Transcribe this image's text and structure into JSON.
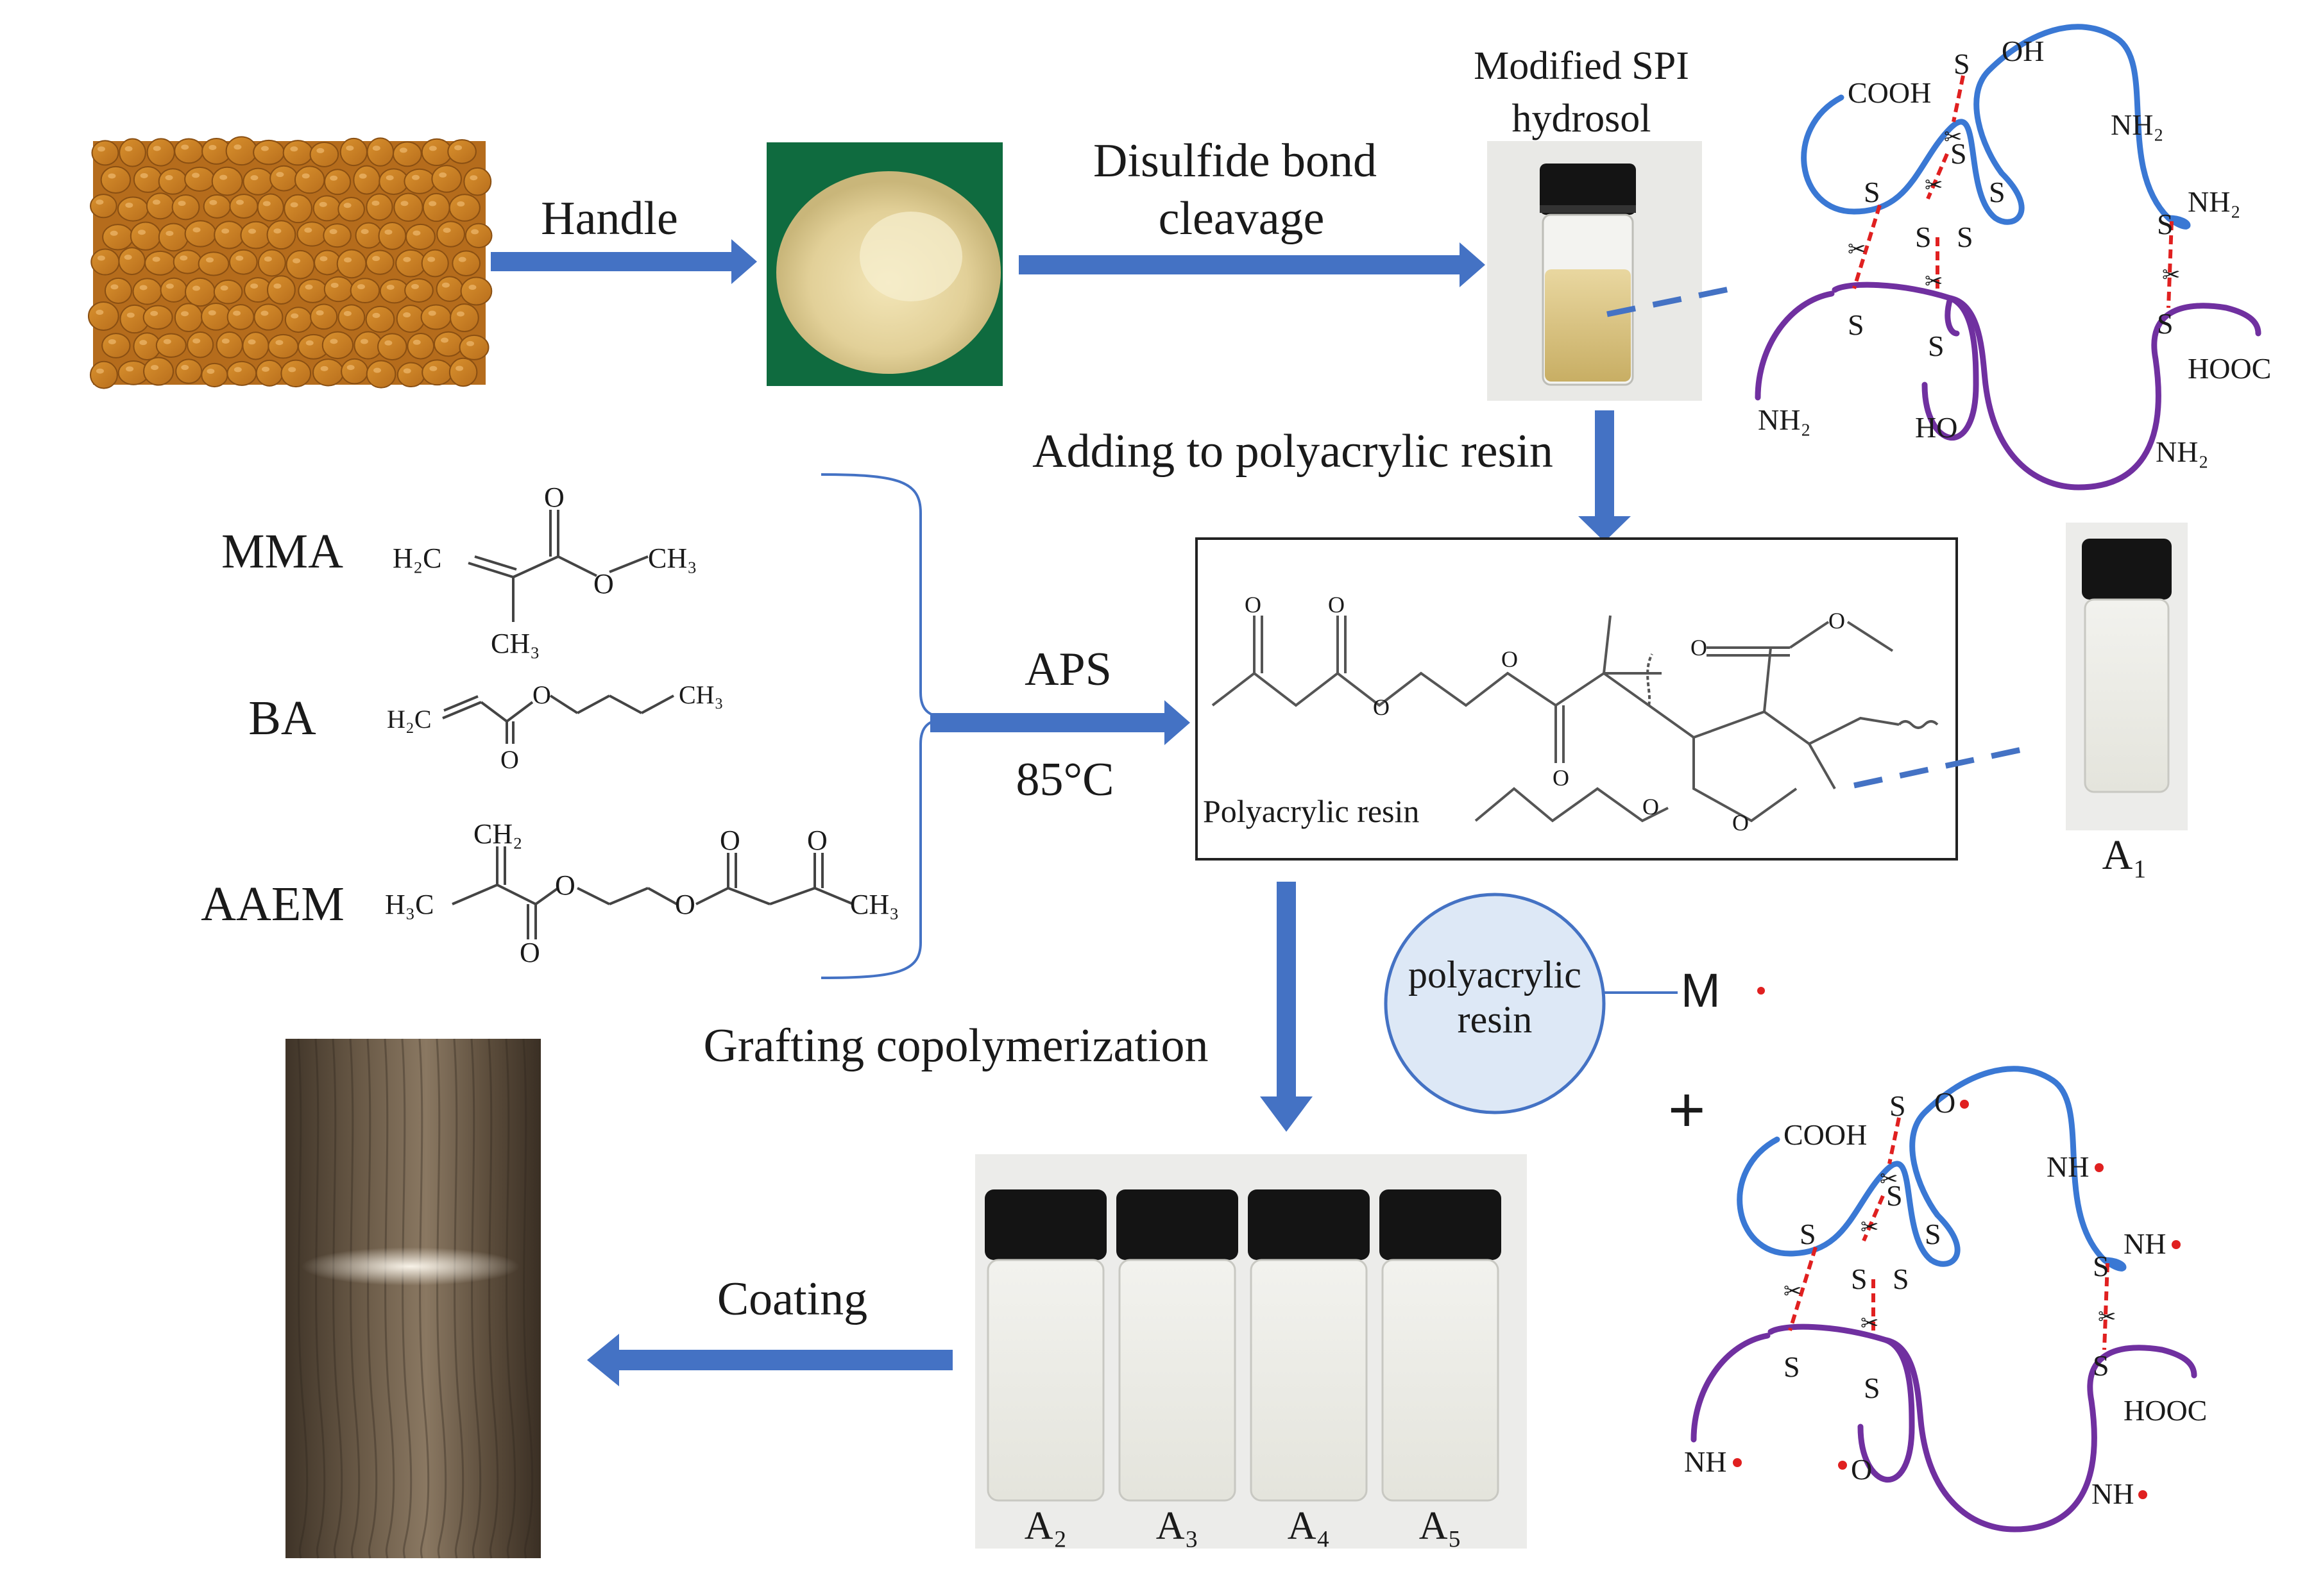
{
  "labels": {
    "handle": "Handle",
    "disulfide_1": "Disulfide bond",
    "disulfide_2": "cleavage",
    "modified_1": "Modified SPI",
    "modified_2": "hydrosol",
    "adding": "Adding to polyacrylic resin",
    "aps": "APS",
    "temp": "85°C",
    "grafting": "Grafting copolymerization",
    "coating": "Coating",
    "circle_1": "polyacrylic",
    "circle_2": "resin",
    "m_radical": "M",
    "plus": "+",
    "resin_label": "Polyacrylic resin"
  },
  "monomers": {
    "mma": "MMA",
    "ba": "BA",
    "aaem": "AAEM"
  },
  "samples": {
    "a1": "A₁",
    "vials": [
      "A₂",
      "A₃",
      "A₄",
      "A₅"
    ]
  },
  "protein_top": {
    "cooh": "COOH",
    "s": "S",
    "oh": "OH",
    "nh2": "NH₂",
    "hooc": "HOOC",
    "ho": "HO"
  },
  "protein_bottom": {
    "cooh": "COOH",
    "s": "S",
    "o": "O",
    "nh": "NH",
    "hooc": "HOOC"
  },
  "colors": {
    "arrow": "#4472c4",
    "chain_blue": "#3a78d4",
    "chain_purple": "#7030a0",
    "radical": "#e02020",
    "circle_fill": "#dde8f6",
    "circle_stroke": "#4472c4"
  }
}
